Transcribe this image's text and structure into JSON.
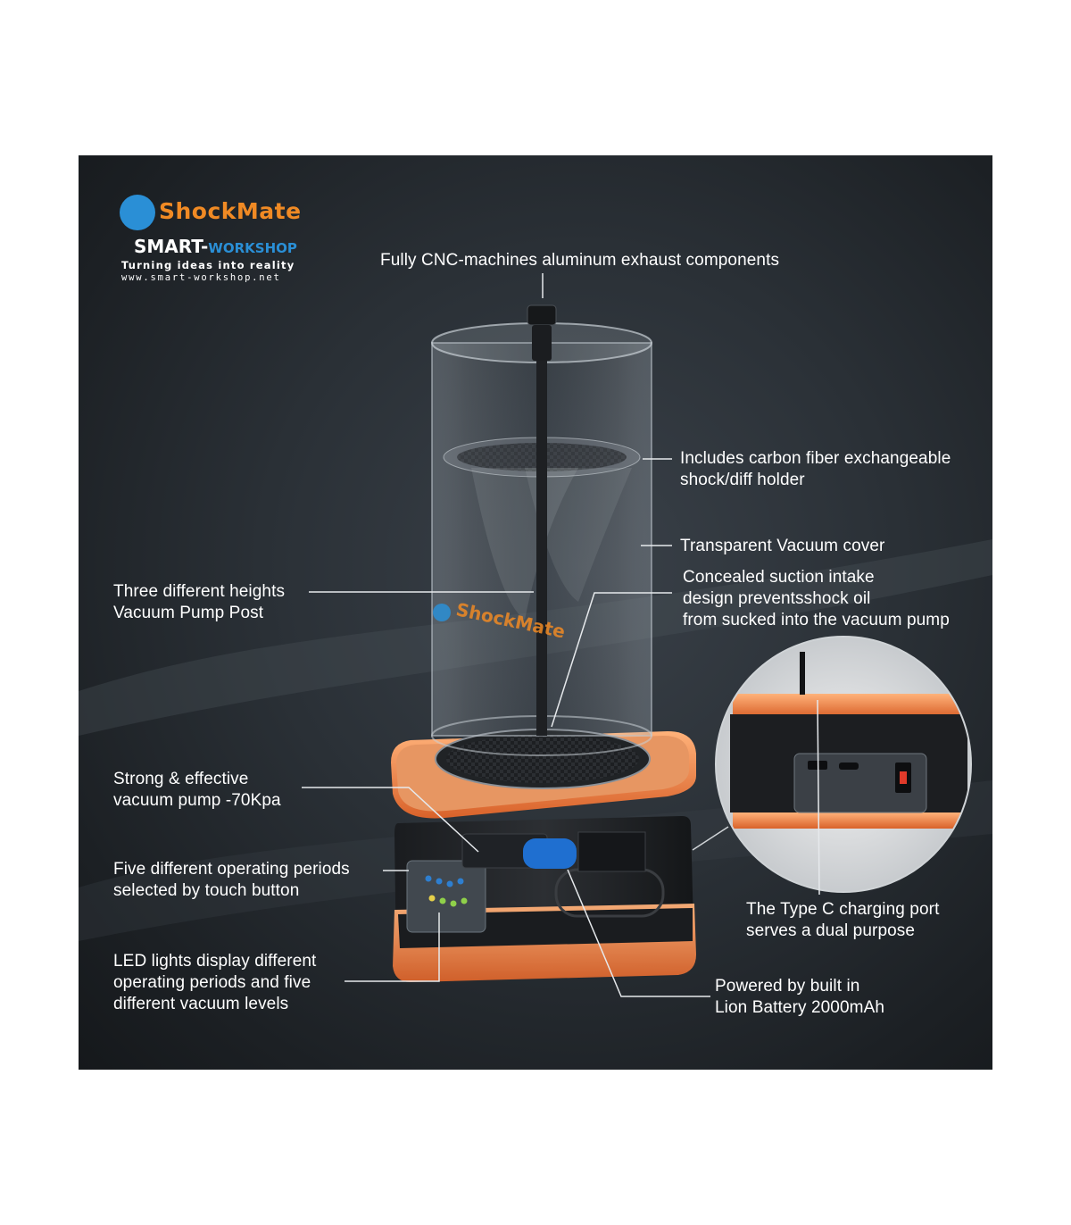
{
  "brand": {
    "name": "ShockMate",
    "sub_brand_main": "SMART-",
    "sub_brand_accent": "WORKSHOP",
    "tagline": "Turning ideas into reality",
    "website": "www.smart-workshop.net"
  },
  "colors": {
    "background_dark": "#22272c",
    "accent_orange": "#f08a24",
    "logo_blue": "#2a8fd6",
    "text": "#ffffff"
  },
  "callouts": {
    "cnc": [
      "Fully CNC-machines aluminum exhaust components"
    ],
    "carbon": [
      "Includes carbon fiber exchangeable",
      "shock/diff holder"
    ],
    "cover": [
      "Transparent Vacuum cover"
    ],
    "suction": [
      "Concealed suction intake",
      "design preventsshock oil",
      "from sucked into the vacuum pump"
    ],
    "post": [
      "Three different heights",
      "Vacuum Pump Post"
    ],
    "pump": [
      "Strong & effective",
      "vacuum pump -70Kpa"
    ],
    "periods": [
      "Five different operating periods",
      "selected by touch button"
    ],
    "led": [
      "LED lights display different",
      "operating periods and five",
      "different vacuum levels"
    ],
    "typec": [
      "The Type C charging port",
      "serves a dual purpose"
    ],
    "battery": [
      "Powered by built in",
      "Lion Battery 2000mAh"
    ]
  },
  "cylinder_brand": "ShockMate"
}
